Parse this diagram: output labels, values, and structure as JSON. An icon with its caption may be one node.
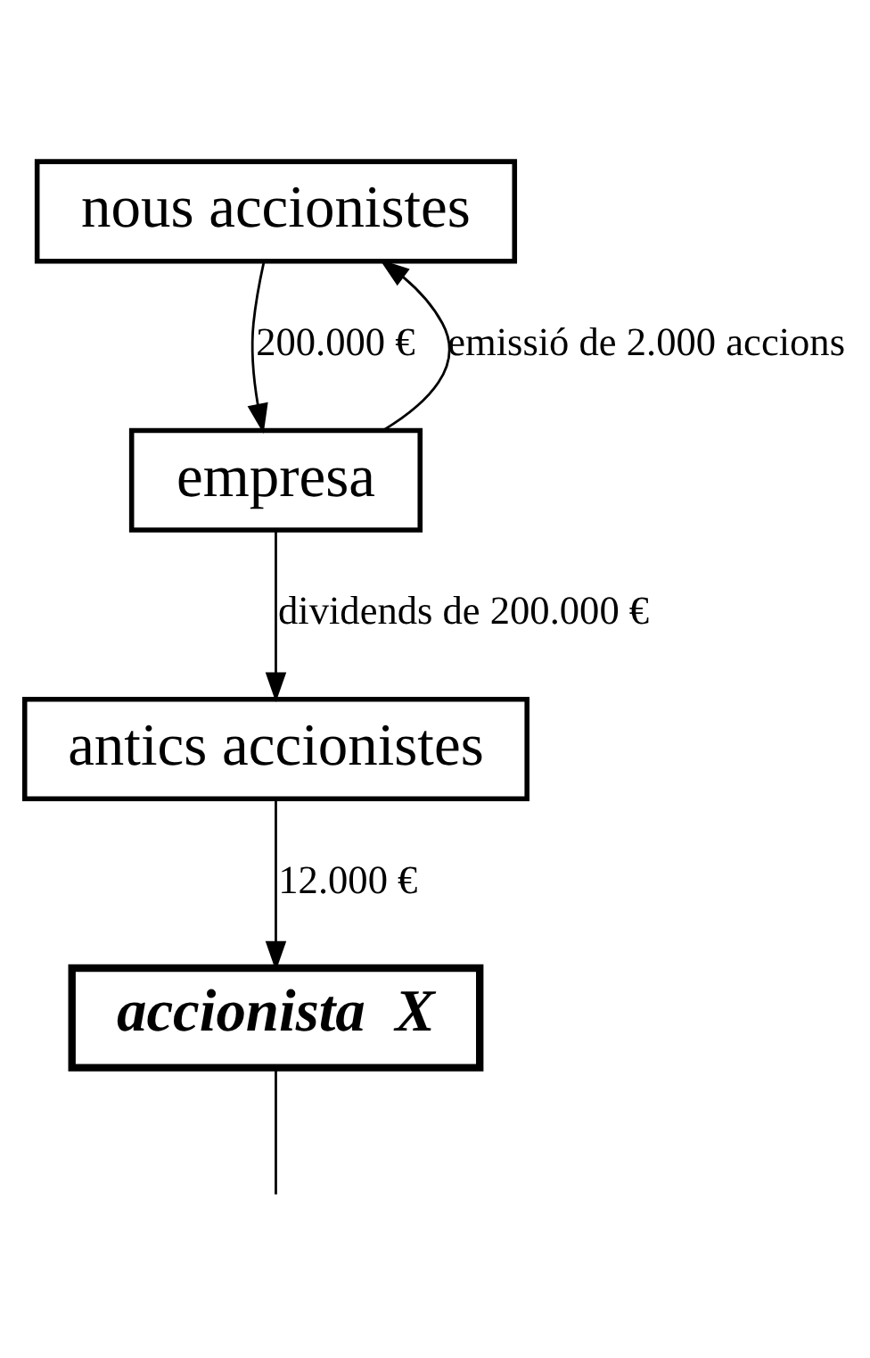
{
  "diagram": {
    "nodes": [
      {
        "text": [
          "nous accionistes"
        ]
      },
      {
        "text": [
          "empresa"
        ]
      },
      {
        "text": [
          "antics accionistes"
        ]
      },
      {
        "text": [
          "accionista  X"
        ]
      }
    ],
    "edges": [
      {
        "from": 1,
        "to": 0,
        "arrow": "to",
        "label": "emissió de 2.000 accions"
      },
      {
        "from": 0,
        "to": 1,
        "arrow": "to",
        "label": "200.000 €"
      },
      {
        "from": 1,
        "to": 2,
        "arrow": "to",
        "label": "dividends de 200.000 €"
      },
      {
        "from": 2,
        "to": 3,
        "arrow": "to",
        "label": "12.000 €"
      },
      {
        "from": 3,
        "to": null,
        "arrow": "none"
      }
    ]
  }
}
